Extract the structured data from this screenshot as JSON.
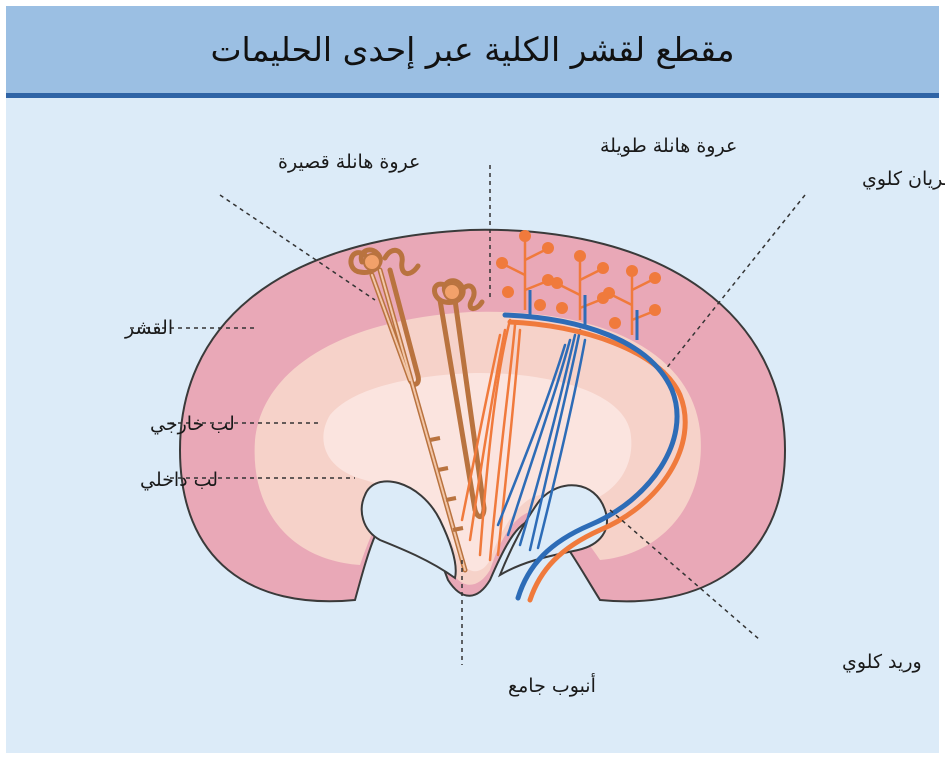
{
  "title": "مقطع لقشر الكلية عبر إحدى الحليمات",
  "labels": {
    "short_loop": "عروة هانلة قصيرة",
    "long_loop": "عروة هانلة طويلة",
    "renal_artery": "شريان كلوي",
    "cortex": "القشر",
    "outer_medulla": "لب خارجي",
    "inner_medulla": "لب داخلي",
    "collecting_duct": "أنبوب جامع",
    "renal_vein": "وريد كلوي"
  },
  "colors": {
    "background": "#dcebf8",
    "title_bar": "#9bbfe3",
    "title_border": "#2f64a6",
    "cortex": "#e9a8b7",
    "outer_medulla": "#f6d2c9",
    "inner_medulla": "#fbe4df",
    "nephron": "#b9733f",
    "vein": "#2d6cb7",
    "artery": "#f07a3c"
  }
}
